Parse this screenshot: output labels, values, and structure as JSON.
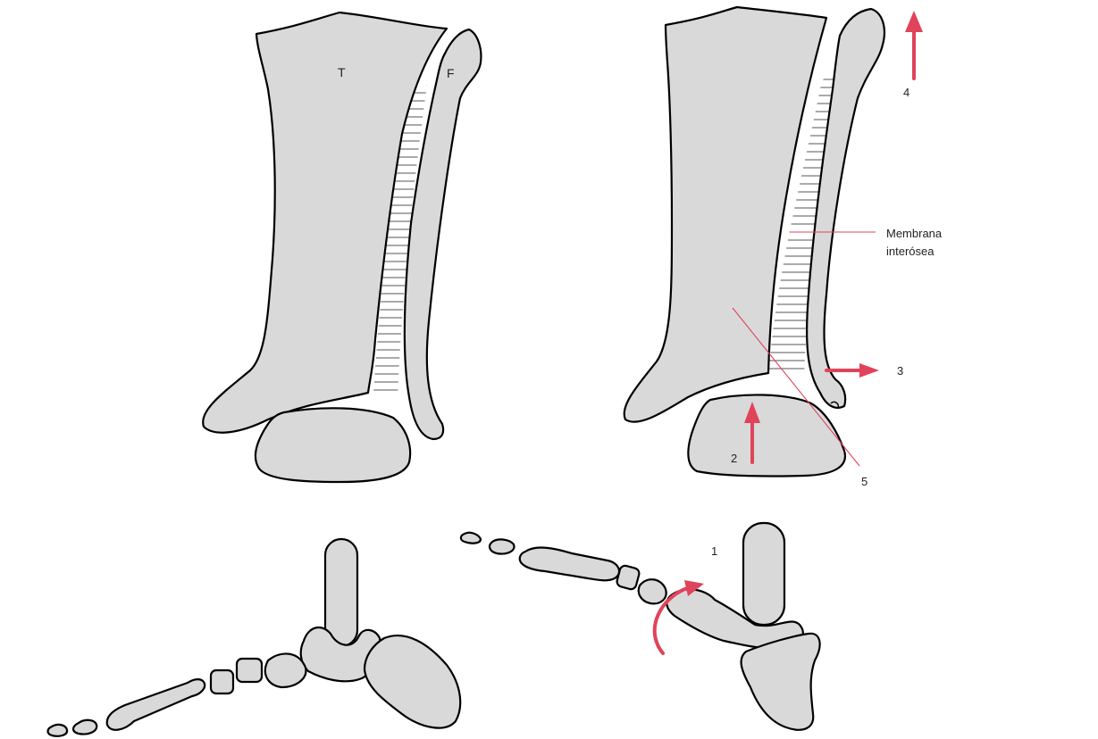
{
  "labels": {
    "tibia": "T",
    "fibula": "F",
    "membrane_line1": "Membrana",
    "membrane_line2": "interósea",
    "n1": "1",
    "n2": "2",
    "n3": "3",
    "n4": "4",
    "n5": "5"
  },
  "colors": {
    "bone_fill": "#d9d9d9",
    "outline": "#000000",
    "arrow": "#e0435a"
  }
}
